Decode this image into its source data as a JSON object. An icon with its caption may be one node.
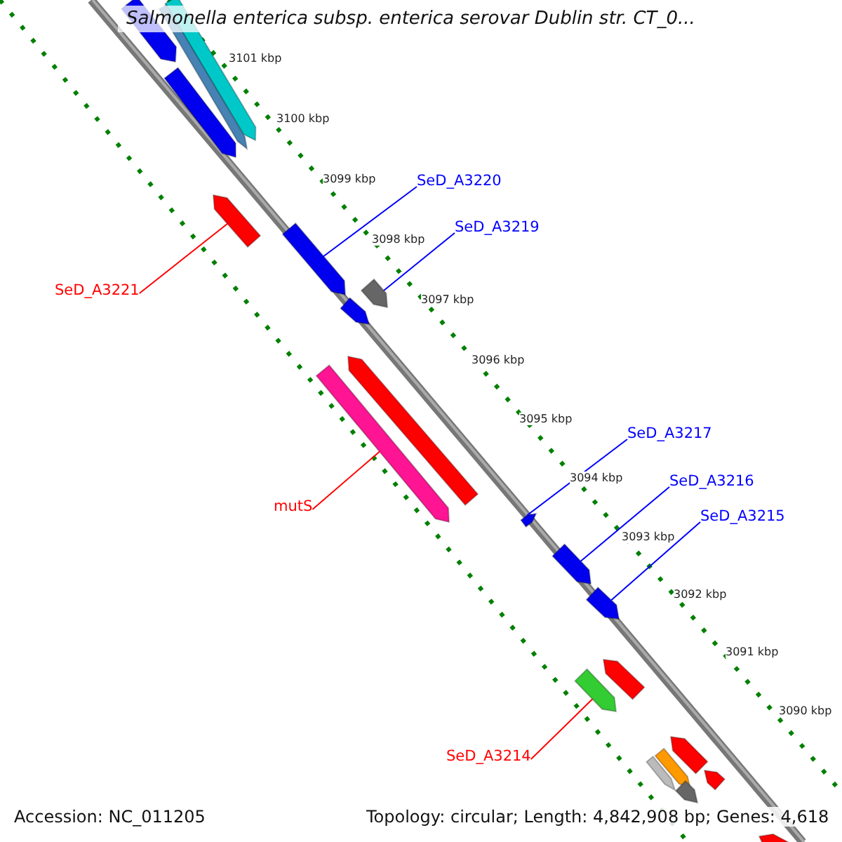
{
  "diagram": {
    "title": "Salmonella enterica subsp. enterica serovar Dublin str. CT_0...",
    "nodes": [
      {
        "text": [
          "SeD_A3220"
        ]
      },
      {
        "text": [
          "SeD_A3219"
        ]
      },
      {
        "text": [
          "SeD_A3221"
        ]
      },
      {
        "text": [
          "SeD_A3217"
        ]
      },
      {
        "text": [
          "SeD_A3216"
        ]
      },
      {
        "text": [
          "mutS"
        ]
      },
      {
        "text": [
          "SeD_A3215"
        ]
      },
      {
        "text": [
          "SeD_A3214"
        ]
      },
      {
        "text": [],
        "shape": "bar"
      },
      {
        "text": [],
        "shape": "bar"
      },
      {
        "text": [],
        "shape": "bar"
      },
      {
        "text": [],
        "shape": "bar"
      },
      {
        "text": [],
        "shape": "bar"
      },
      {
        "text": [],
        "shape": "bar"
      },
      {
        "text": [],
        "shape": "bar"
      },
      {
        "text": [],
        "shape": "bar"
      },
      {
        "text": [],
        "shape": "bar"
      },
      {
        "text": [],
        "shape": "bar"
      },
      {
        "text": [],
        "shape": "bar"
      },
      {
        "text": [],
        "shape": "bar"
      },
      {
        "text": [],
        "shape": "bar"
      },
      {
        "text": [],
        "shape": "bar"
      },
      {
        "text": [],
        "shape": "bar"
      },
      {
        "text": [],
        "shape": "bar"
      },
      {
        "text": [],
        "shape": "bar"
      },
      {
        "text": [],
        "shape": "bar"
      },
      {
        "text": [],
        "shape": "bar"
      },
      {
        "text": [],
        "shape": "bar"
      },
      {
        "text": [],
        "shape": "bar"
      }
    ],
    "edges": [
      {
        "from": 0,
        "to": 13,
        "arrow": "none"
      },
      {
        "from": 1,
        "to": 14,
        "arrow": "none"
      },
      {
        "from": 2,
        "to": 12,
        "arrow": "none",
        "color": "#ff0000"
      },
      {
        "from": 3,
        "to": 18,
        "arrow": "none"
      },
      {
        "from": 4,
        "to": 19,
        "arrow": "none"
      },
      {
        "from": 5,
        "to": 17,
        "arrow": "none",
        "color": "#ff0000"
      },
      {
        "from": 6,
        "to": 20,
        "arrow": "none"
      },
      {
        "from": 7,
        "to": 22,
        "arrow": "none",
        "color": "#ff0000"
      }
    ],
    "labels": [
      "3101 kbp",
      "3100 kbp",
      "3099 kbp",
      "3098 kbp",
      "3097 kbp",
      "3096 kbp",
      "3095 kbp",
      "3094 kbp",
      "3093 kbp",
      "3092 kbp",
      "3091 kbp",
      "3090 kbp",
      "Accession: NC_011205",
      "Topology: circular; Length: 4,842,908 bp; Genes: 4,618"
    ]
  }
}
